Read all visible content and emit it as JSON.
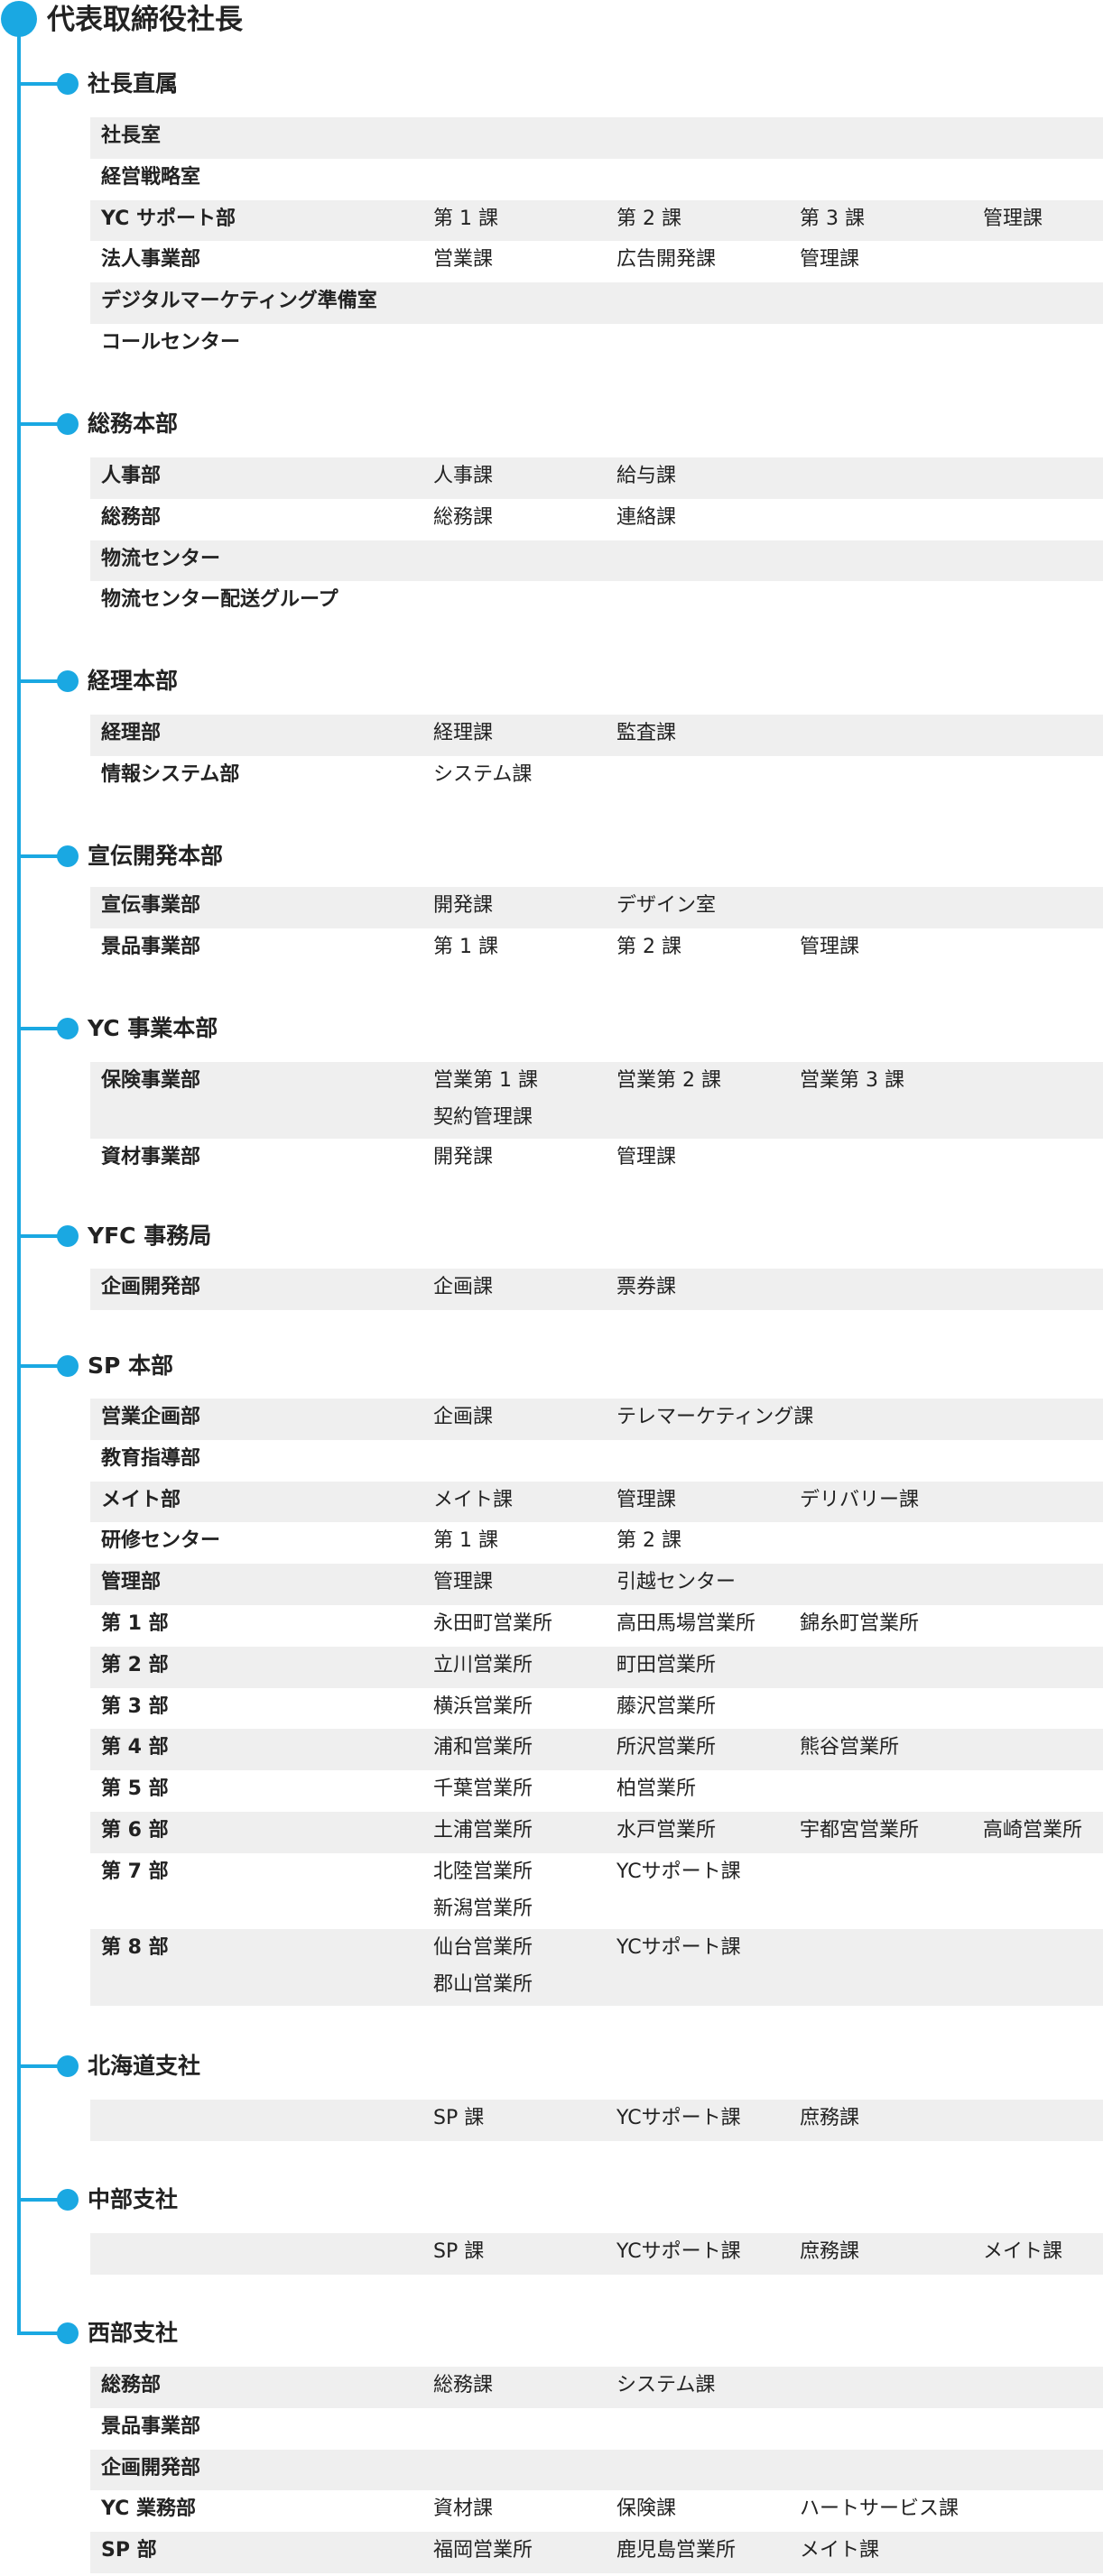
{
  "root": {
    "title": "代表取締役社長"
  },
  "branches": [
    {
      "title": "社長直属",
      "rows": [
        {
          "dept": "社長室",
          "cells": []
        },
        {
          "dept": "経営戦略室",
          "cells": []
        },
        {
          "dept": "YC サポート部",
          "cells": [
            "第 1 課",
            "第 2 課",
            "第 3 課",
            "管理課"
          ]
        },
        {
          "dept": "法人事業部",
          "cells": [
            "営業課",
            "広告開発課",
            "管理課"
          ]
        },
        {
          "dept": "デジタルマーケティング準備室",
          "cells": []
        },
        {
          "dept": "コールセンター",
          "cells": []
        }
      ]
    },
    {
      "title": "総務本部",
      "rows": [
        {
          "dept": "人事部",
          "cells": [
            "人事課",
            "給与課"
          ]
        },
        {
          "dept": "総務部",
          "cells": [
            "総務課",
            "連絡課"
          ]
        },
        {
          "dept": "物流センター",
          "cells": []
        },
        {
          "dept": "物流センター配送グループ",
          "cells": []
        }
      ]
    },
    {
      "title": "経理本部",
      "rows": [
        {
          "dept": "経理部",
          "cells": [
            "経理課",
            "監査課"
          ]
        },
        {
          "dept": "情報システム部",
          "cells": [
            "システム課"
          ]
        }
      ]
    },
    {
      "title": "宣伝開発本部",
      "rows": [
        {
          "dept": "宣伝事業部",
          "cells": [
            "開発課",
            "デザイン室"
          ]
        },
        {
          "dept": "景品事業部",
          "cells": [
            "第 1 課",
            "第 2 課",
            "管理課"
          ]
        }
      ]
    },
    {
      "title": "YC 事業本部",
      "rows": [
        {
          "dept": "保険事業部",
          "cells": [
            "営業第 1 課",
            "営業第 2 課",
            "営業第 3 課"
          ],
          "cells2": [
            "契約管理課"
          ]
        },
        {
          "dept": "資材事業部",
          "cells": [
            "開発課",
            "管理課"
          ]
        }
      ]
    },
    {
      "title": "YFC 事務局",
      "rows": [
        {
          "dept": "企画開発部",
          "cells": [
            "企画課",
            "票券課"
          ]
        }
      ]
    },
    {
      "title": "SP 本部",
      "rows": [
        {
          "dept": "営業企画部",
          "cells": [
            "企画課",
            "テレマーケティング課"
          ]
        },
        {
          "dept": "教育指導部",
          "cells": []
        },
        {
          "dept": "メイト部",
          "cells": [
            "メイト課",
            "管理課",
            "デリバリー課"
          ]
        },
        {
          "dept": "研修センター",
          "cells": [
            "第 1 課",
            "第 2 課"
          ]
        },
        {
          "dept": "管理部",
          "cells": [
            "管理課",
            "引越センター"
          ]
        },
        {
          "dept": "第 1 部",
          "cells": [
            "永田町営業所",
            "高田馬場営業所",
            "錦糸町営業所"
          ]
        },
        {
          "dept": "第 2 部",
          "cells": [
            "立川営業所",
            "町田営業所"
          ]
        },
        {
          "dept": "第 3 部",
          "cells": [
            "横浜営業所",
            "藤沢営業所"
          ]
        },
        {
          "dept": "第 4 部",
          "cells": [
            "浦和営業所",
            "所沢営業所",
            "熊谷営業所"
          ]
        },
        {
          "dept": "第 5 部",
          "cells": [
            "千葉営業所",
            "柏営業所"
          ]
        },
        {
          "dept": "第 6 部",
          "cells": [
            "土浦営業所",
            "水戸営業所",
            "宇都宮営業所",
            "高崎営業所"
          ]
        },
        {
          "dept": "第 7 部",
          "cells": [
            "北陸営業所",
            "YCサポート課"
          ],
          "cells2": [
            "新潟営業所"
          ]
        },
        {
          "dept": "第 8 部",
          "cells": [
            "仙台営業所",
            "YCサポート課"
          ],
          "cells2": [
            "郡山営業所"
          ]
        }
      ]
    },
    {
      "title": "北海道支社",
      "rows": [
        {
          "dept": "",
          "cells": [
            "SP 課",
            "YCサポート課",
            "庶務課"
          ]
        }
      ]
    },
    {
      "title": "中部支社",
      "rows": [
        {
          "dept": "",
          "cells": [
            "SP 課",
            "YCサポート課",
            "庶務課",
            "メイト課"
          ]
        }
      ]
    },
    {
      "title": "西部支社",
      "rows": [
        {
          "dept": "総務部",
          "cells": [
            "総務課",
            "システム課"
          ]
        },
        {
          "dept": "景品事業部",
          "cells": []
        },
        {
          "dept": "企画開発部",
          "cells": []
        },
        {
          "dept": "YC 業務部",
          "cells": [
            "資材課",
            "保険課",
            "ハートサービス課"
          ]
        },
        {
          "dept": "SP 部",
          "cells": [
            "福岡営業所",
            "鹿児島営業所",
            "メイト課"
          ]
        }
      ]
    }
  ]
}
